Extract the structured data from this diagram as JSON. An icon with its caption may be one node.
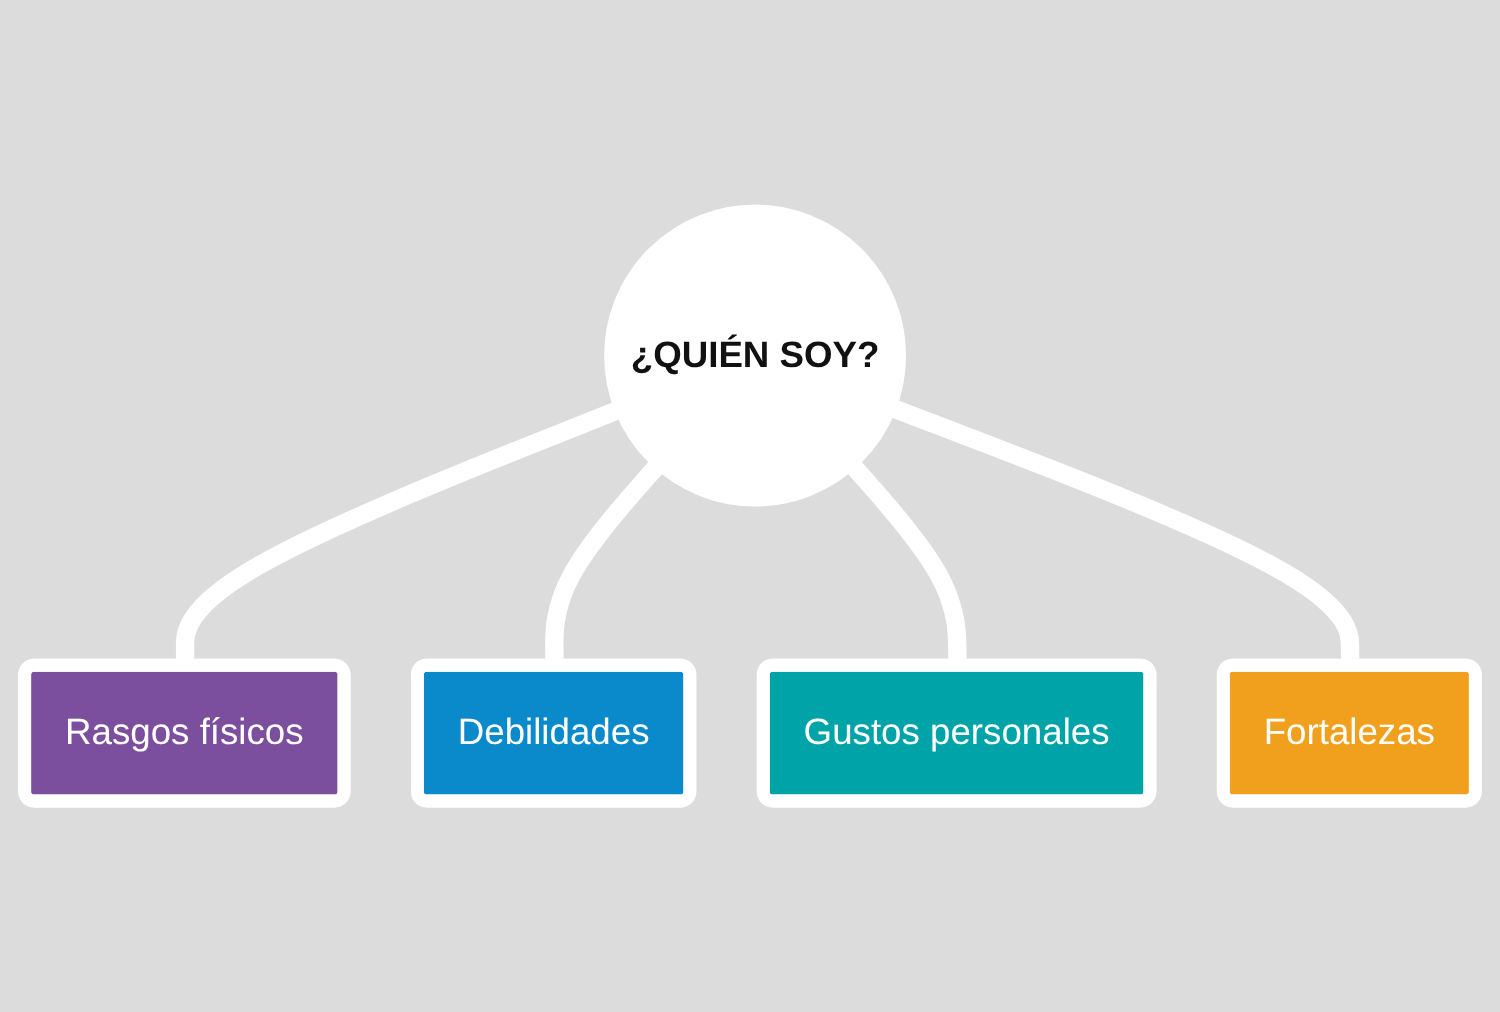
{
  "diagram": {
    "nodes": [
      {
        "text": [
          "Rasgos físicos"
        ]
      },
      {
        "text": [
          "Debilidades"
        ]
      },
      {
        "text": [
          "¿QUIÉN SOY?"
        ]
      },
      {
        "text": [
          "Gustos personales"
        ]
      },
      {
        "text": [
          "Fortalezas"
        ]
      }
    ],
    "edges": [
      {
        "from": 2,
        "to": 0,
        "arrow": "to"
      },
      {
        "from": 2,
        "to": 1,
        "arrow": "to"
      },
      {
        "from": 2,
        "to": 3,
        "arrow": "to"
      },
      {
        "from": 2,
        "to": 4,
        "arrow": "to"
      }
    ]
  }
}
